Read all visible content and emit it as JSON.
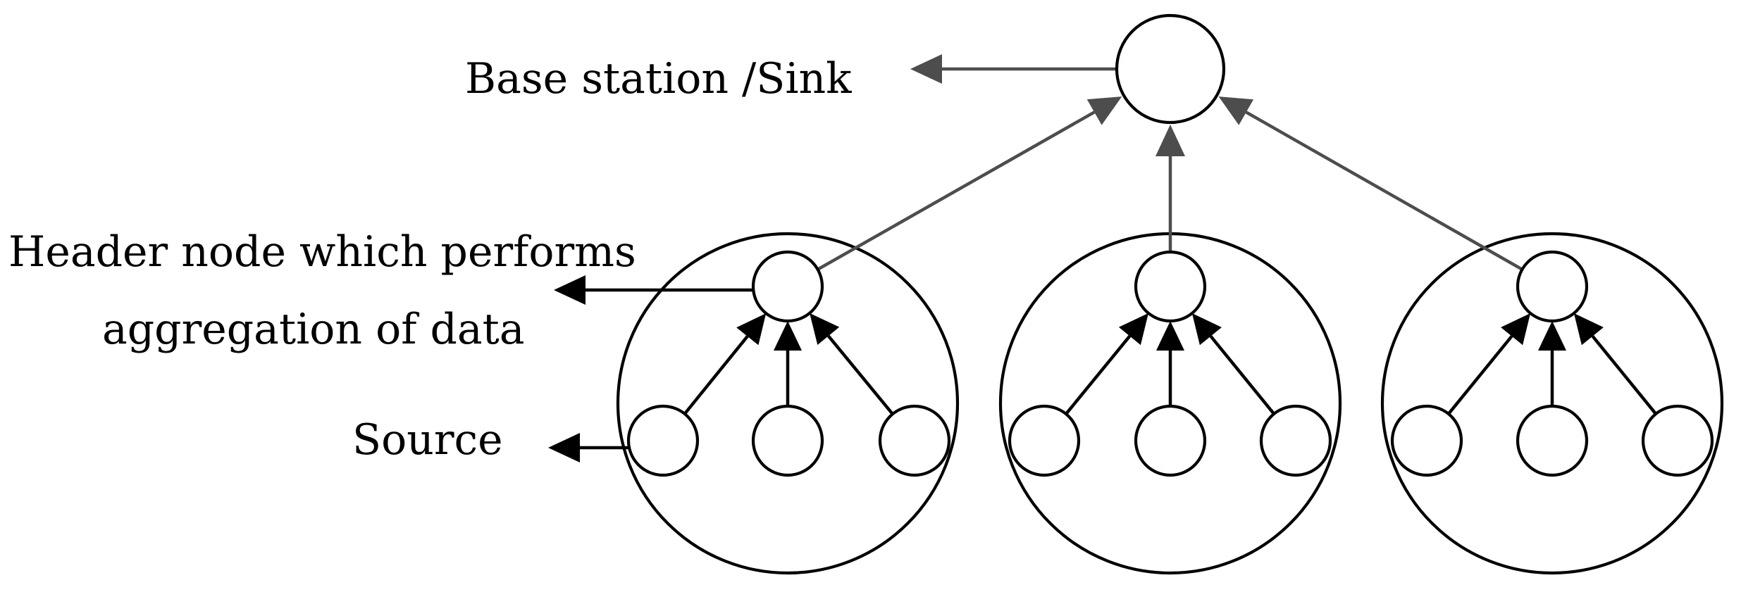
{
  "labels": {
    "sink": "Base station /Sink",
    "header_line1": "Header node which performs",
    "header_line2": "aggregation of data",
    "source": "Source"
  },
  "colors": {
    "node_stroke": "#000000",
    "inner_arrow": "#000000",
    "outer_arrow": "#4d4d4d",
    "background": "#ffffff"
  }
}
